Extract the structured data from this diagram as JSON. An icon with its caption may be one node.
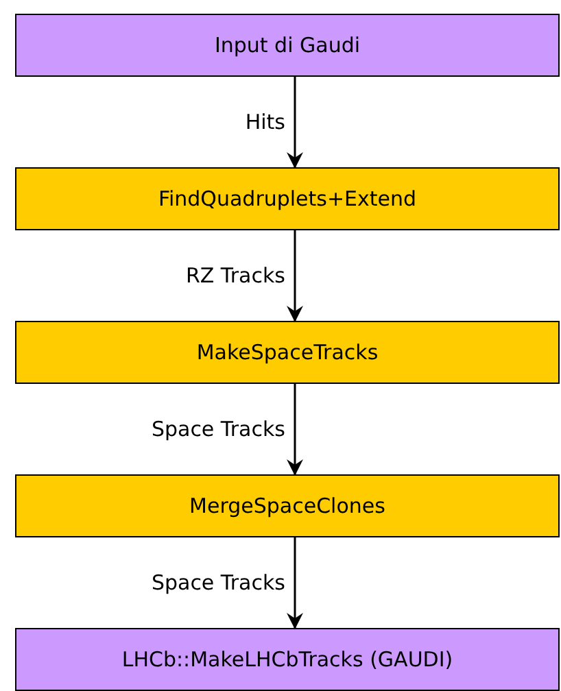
{
  "diagram": {
    "nodes": [
      {
        "text": [
          "Input di Gaudi"
        ]
      },
      {
        "text": [
          "FindQuadruplets+Extend"
        ]
      },
      {
        "text": [
          "MakeSpaceTracks"
        ]
      },
      {
        "text": [
          "MergeSpaceClones"
        ]
      },
      {
        "text": [
          "LHCb::MakeLHCbTracks (GAUDI)"
        ]
      }
    ],
    "edges": [
      {
        "from": 0,
        "to": 1,
        "arrow": "to",
        "label": "Hits"
      },
      {
        "from": 1,
        "to": 2,
        "arrow": "to",
        "label": "RZ Tracks"
      },
      {
        "from": 2,
        "to": 3,
        "arrow": "to",
        "label": "Space Tracks"
      },
      {
        "from": 3,
        "to": 4,
        "arrow": "to",
        "label": "Space Tracks"
      }
    ]
  }
}
